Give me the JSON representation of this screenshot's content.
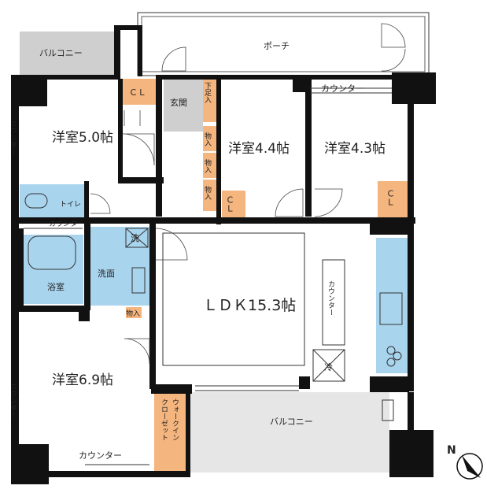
{
  "rooms": {
    "balcony_top": "バルコニー",
    "porch": "ポーチ",
    "cl_top_left": "ＣＬ",
    "entrance": "玄関",
    "shoe_storage": "下足入",
    "storage_1": "物入",
    "storage_2": "物入",
    "storage_3": "物入",
    "counter_top": "カウンター",
    "western_5_0": "洋室5.0帖",
    "western_4_4": "洋室4.4帖",
    "western_4_3": "洋室4.3帖",
    "counter_left_top": "カウンター",
    "toilet": "トイレ",
    "counter_small": "カウンター",
    "cl_mid": "ＣＬ",
    "cl_right": "ＣＬ",
    "wash_machine": "洗",
    "washroom": "洗面",
    "bathroom": "浴室",
    "storage_small": "物入",
    "ldk": "ＬＤＫ15.3帖",
    "counter_kitchen": "カウンター",
    "fridge": "冷",
    "western_6_9": "洋室6.9帖",
    "counter_left_bottom": "カウンター",
    "walk_in_closet_1": "ウォークイン",
    "walk_in_closet_2": "クローゼット",
    "balcony_bottom": "バルコニー",
    "counter_bottom": "カウンター"
  },
  "compass": {
    "label": "N"
  },
  "colors": {
    "orange": "#f5b57f",
    "blue": "#a9d4ee",
    "gray": "#cfcfcf",
    "wall": "#111111"
  }
}
